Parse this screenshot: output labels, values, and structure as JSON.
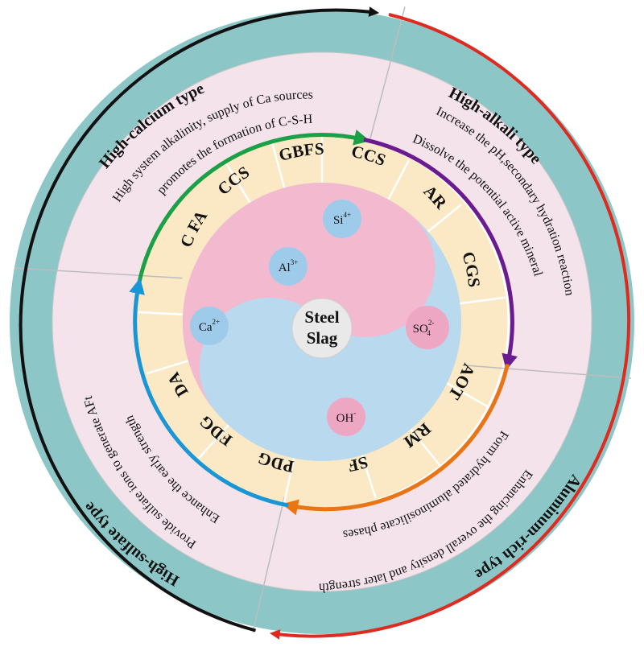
{
  "colors": {
    "outer_ring": "#8dc6c6",
    "pink_ring": "#f5e3ec",
    "yellow_ring": "#fbe9c6",
    "yin": "#f3b9cf",
    "yang": "#b9d9ef",
    "ion_blue": "#9fcbea",
    "ion_pink": "#eea7c3",
    "core": "#e9e9e9",
    "arrow_green": "#1aa047",
    "arrow_purple": "#6a1b8f",
    "arrow_orange": "#ea7514",
    "arrow_blue": "#1b96d5",
    "outer_black": "#111111",
    "outer_red": "#de2a1f"
  },
  "quadrants": {
    "high_calcium": {
      "title": "High-calcium type",
      "line1": "High system alkalinity, supply of Ca sources",
      "line2": "promotes the formation of C-S-H"
    },
    "high_alkali": {
      "title": "High-alkali type",
      "line1": "Increase the pH,secondary hydration reaction",
      "line2": "Dissolve the potential active mineral"
    },
    "aluminum_rich": {
      "title": "Aluminum-rich type",
      "line1": "Enhancing the overall density and later strength",
      "line2": "Form hydrated aluminosilicate phases"
    },
    "high_sulfate": {
      "title": "High-sulfate type",
      "line1": "Provide sulfate ions to generate AFt",
      "line2": "Enhance the early strength"
    }
  },
  "materials": {
    "cfa": "C FA",
    "ccs_left": "CCS",
    "gbfs": "GBFS",
    "ccs_right": "CCS",
    "ar": "AR",
    "cgs": "CGS",
    "aot": "AOT",
    "rm": "RM",
    "sf": "SF",
    "pdg": "PDG",
    "fdg": "FDG",
    "da": "DA"
  },
  "ions": {
    "si": {
      "base": "Si",
      "sup": "4+"
    },
    "al": {
      "base": "Al",
      "sup": "3+"
    },
    "ca": {
      "base": "Ca",
      "sup": "2+"
    },
    "so": {
      "base": "SO",
      "sub": "4",
      "sup": "2-"
    },
    "oh": {
      "base": "OH",
      "sup": "-"
    }
  },
  "center": {
    "line1": "Steel",
    "line2": "Slag"
  }
}
